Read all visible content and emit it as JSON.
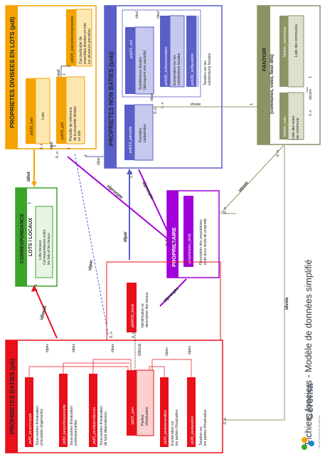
{
  "title": "Fichiers fonciers - Modèle de données simplifié",
  "brand": {
    "name": "Cerema",
    "tagline": "Climat & territoires de demain"
  },
  "colors": {
    "lots": "#f5a300",
    "lots_light": "#fde7b0",
    "nonbaties": "#5a5fc8",
    "nonbaties_light": "#c6c8ee",
    "baties": "#e8101a",
    "baties_light": "#fbd0cf",
    "proprietaire": "#a100d8",
    "proprietaire_light": "#e5b8f2",
    "fantoir": "#8b9464",
    "fantoir_light": "#dde0cd",
    "correspondance": "#3ba52a",
    "correspondance_light": "#e8f4e4",
    "text": "#222222",
    "idvoie_line": "#8b9464"
  },
  "lots_block": {
    "title": "PROPRIETES DIVISEES EN LOTS (pdl)",
    "tables": [
      {
        "name": "pdl20_parcellecomposante",
        "desc": "Cas particulier de propriétés divisées en lots sur plusieurs parcelles"
      },
      {
        "name": "pdl10_pdl",
        "desc": "Parcelle de référence de la propriété divisée en lots"
      },
      {
        "name": "pdl30_lots",
        "desc": "Lots"
      }
    ],
    "labels": [
      "idpdl",
      "idpdl",
      "idpdl",
      "1",
      "1",
      "0..n",
      "0..n",
      "0..n"
    ]
  },
  "nonbaties_block": {
    "title": "PROPRIETES NON BATIES (pnb)",
    "tables": [
      {
        "name": "pnb21_suf",
        "desc": "Subdivisions fiscales (découpent une parcelle)"
      },
      {
        "name": "pnb30_sufexoneration",
        "desc": "Exonération sur les subdivisions fiscales"
      },
      {
        "name": "pnb36_suftaxation",
        "desc": "Taxation sur les subdivisions fiscales"
      },
      {
        "name": "pnb10_parcelle",
        "desc": "Parcelles cadastrales"
      }
    ],
    "labels": [
      "idsuf",
      "idsuf",
      "idpar",
      "1",
      "0..n",
      "0..n",
      "1",
      "1"
    ]
  },
  "correspondance_block": {
    "title": "CORRESPONDANCE LOTS / LOCAUX",
    "table": {
      "name": "Lots locaux",
      "desc": "Correspondance entre les lots et les locaux"
    }
  },
  "proprietaire_block": {
    "title": "PROPRIETAIRE",
    "table": {
      "name": "proprietaire_droit",
      "desc": "Description des propriétaires et de leurs droits de propriété"
    }
  },
  "fantoir_block": {
    "title": "FANTOIR (communes, voies, lieux dits)",
    "tables": [
      {
        "name": "fantoir_commune",
        "desc": "Liste des communes"
      },
      {
        "name": "fantoir_voie",
        "desc": "Liste des voies par commune"
      }
    ],
    "labels": [
      "idcom",
      "1",
      "0..n"
    ]
  },
  "baties_block": {
    "title": "PROPRIETES BATIES (pb)",
    "tables": [
      {
        "name": "pb40_pevprincipale",
        "desc": "Sous-parties d'évaluation principales (logements)"
      },
      {
        "name": "pb50_pevprofessionnelle",
        "desc": "Sous-parties d'évaluation professionnelles"
      },
      {
        "name": "pb60_pevdependances",
        "desc": "Sous-parties d'évaluation de type dépendances"
      },
      {
        "name": "pb21_pev",
        "desc": "Parties d'évaluation"
      },
      {
        "name": "pb30_pevexoneration",
        "desc": "Exonération sur les parties d'évaluation"
      },
      {
        "name": "pb36_pevtaxation",
        "desc": "Taxation sur les parties d'évaluation"
      },
      {
        "name": "pb0010_local",
        "desc": "Identification et description des locaux"
      }
    ],
    "labels": [
      "idpev",
      "idpev",
      "idpev",
      "idpev",
      "idpev",
      "idlocal",
      "0..1",
      "0..1",
      "0..1",
      "0..15",
      "1",
      "1",
      "1",
      "0..n"
    ]
  },
  "links": {
    "idlot": "idlot",
    "idprocpte_1": "idprocpte",
    "idprocpte_2": "idprocpte",
    "idprocpte_3": "idprocpte",
    "idpar_1": "idpar",
    "idpar_2": "idpar",
    "idpar_3": "idpar",
    "idvoie_1": "idvoie",
    "idvoie_2": "idvoie",
    "idvoie_3": "idvoie",
    "idlocal": "idlocal",
    "idpdl": "idpdl"
  },
  "cards": [
    "1",
    "1",
    "0..1",
    "0..n",
    "0..n",
    "0..n",
    "0..6",
    "0..6",
    "1",
    "1..n",
    "1",
    "0..1",
    "0..n",
    "1",
    "0..n",
    "0..n",
    "1..n"
  ]
}
